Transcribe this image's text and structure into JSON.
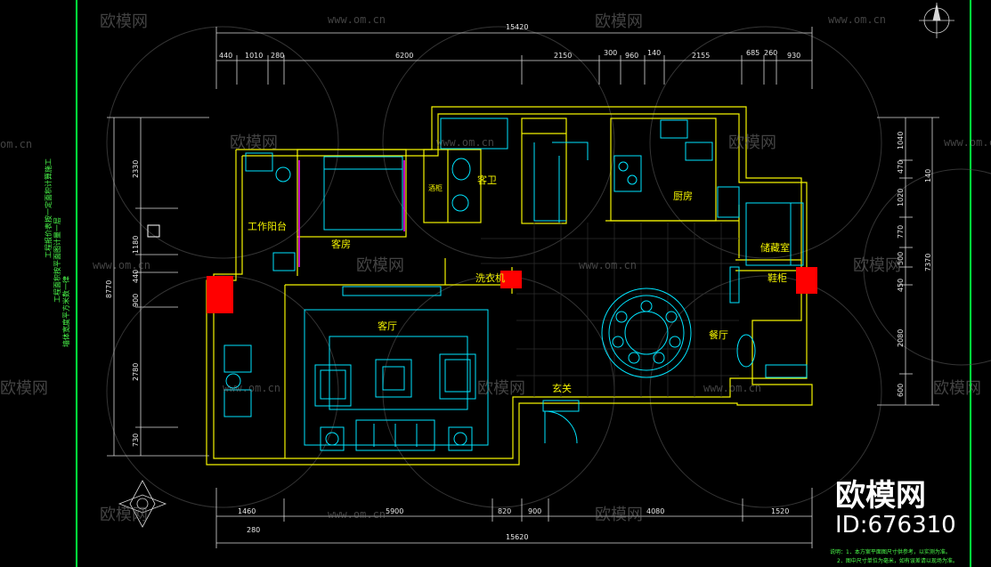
{
  "colors": {
    "background": "#000000",
    "wall": "#f4f400",
    "dimension": "#d8d8d8",
    "furniture": "#00e5ff",
    "border": "#00ff3c",
    "door": "#ff0000",
    "partition": "#ff00ff",
    "watermark": "#7a7a7a"
  },
  "icons": [
    "north-arrow-icon",
    "compass-rose-icon"
  ],
  "dimensions": {
    "top_total": "15420",
    "top_segments": [
      "440",
      "1010",
      "280",
      "6200",
      "2150",
      "300",
      "960",
      "140",
      "2155",
      "685",
      "260",
      "930"
    ],
    "bottom_total": "15620",
    "bottom_segments": [
      "1460",
      "5900",
      "820",
      "900",
      "4080",
      "1520"
    ],
    "bottom_sub": "280",
    "left_total": "8770",
    "left_segments": [
      "2330",
      "1180",
      "440",
      "900",
      "2780",
      "730"
    ],
    "right_total": "7370",
    "right_total_2": "140",
    "right_segments": [
      "1040",
      "470",
      "1020",
      "770",
      "500",
      "450",
      "2080",
      "600"
    ]
  },
  "rooms": {
    "work_balcony": "工作阳台",
    "guest_room": "客房",
    "guest_bath": "客卫",
    "kitchen": "厨房",
    "living_room": "客厅",
    "dining_room": "餐厅",
    "foyer": "玄关",
    "laundry": "洗衣机",
    "storage": "储藏室",
    "shoe_cabinet": "鞋柜",
    "wine_cabinet": "酒柜"
  },
  "vertical_notes": [
    "墙体宽度平方米数一律",
    "工程面积按平面图计量一层",
    "工程报价表按一定面积计算施工"
  ],
  "notes": {
    "line1": "说明：1．本方案平面图尺寸供参考，以实测为准。",
    "line2": "2．图中尺寸单位为毫米，如有误差请以现场为准。"
  },
  "watermark": {
    "brand": "欧模网",
    "url": "www.om.cn",
    "short_url": "om.cn"
  },
  "logo": {
    "brand": "欧模网",
    "id": "ID:676310"
  }
}
